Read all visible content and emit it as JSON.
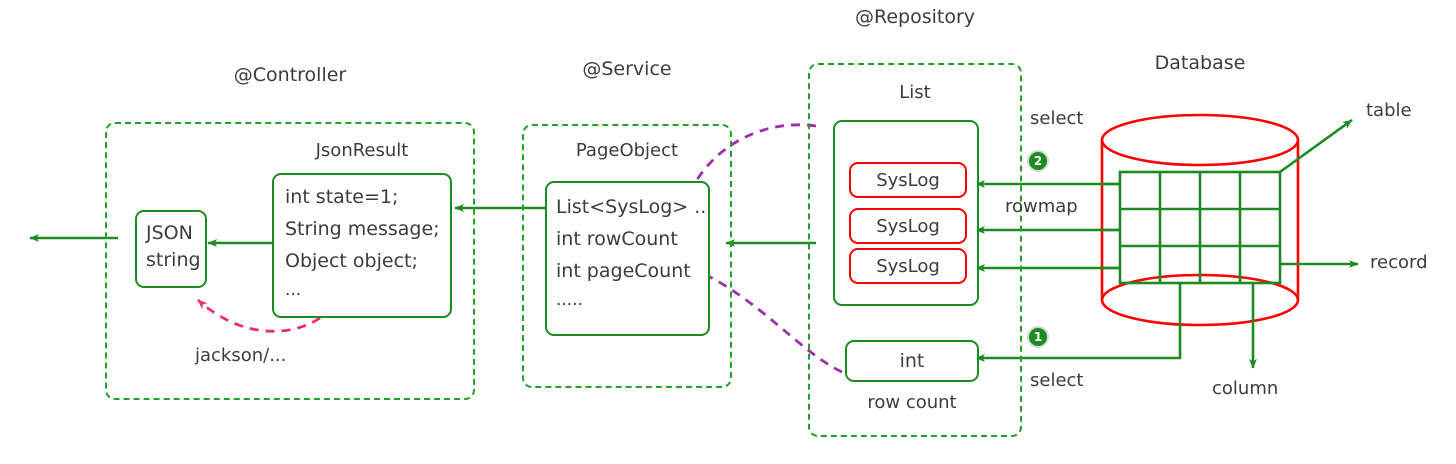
{
  "diagram": {
    "title_hidden": "Spring MVC paging data-flow diagram",
    "colors": {
      "green": "#1d8b22",
      "green_dashed": "#22a02a",
      "red": "#ff0000",
      "purple": "#9b30a8",
      "pink": "#f02a7b",
      "text": "#3c3c3c",
      "badge_ring": "#d8d8d8"
    },
    "groups": [
      {
        "id": "controller",
        "title": "@Controller",
        "inner_title": "JsonResult"
      },
      {
        "id": "service",
        "title": "@Service",
        "inner_title": "PageObject"
      },
      {
        "id": "repository",
        "title": "@Repository",
        "inner_title": "List"
      },
      {
        "id": "database",
        "title": "Database"
      }
    ],
    "json_string_box": {
      "line1": "JSON",
      "line2": "string"
    },
    "json_result_box": {
      "lines": [
        "int state=1;",
        "String message;",
        "Object object;",
        "..."
      ]
    },
    "page_object_box": {
      "lines": [
        "List<SysLog> ..",
        "int rowCount",
        "int pageCount",
        "....."
      ]
    },
    "list_box": {
      "items": [
        "SysLog",
        "SysLog",
        "SysLog"
      ]
    },
    "int_box": {
      "label": "int",
      "caption": "row count"
    },
    "annotations": {
      "jackson": "jackson/...",
      "select_top": "select",
      "select_bottom": "select",
      "rowmap": "rowmap",
      "table": "table",
      "record": "record",
      "column": "column"
    },
    "steps": [
      {
        "id": "step-2",
        "label": "2"
      },
      {
        "id": "step-1",
        "label": "1"
      }
    ],
    "db_grid": {
      "columns": 4,
      "rows": 3
    }
  }
}
